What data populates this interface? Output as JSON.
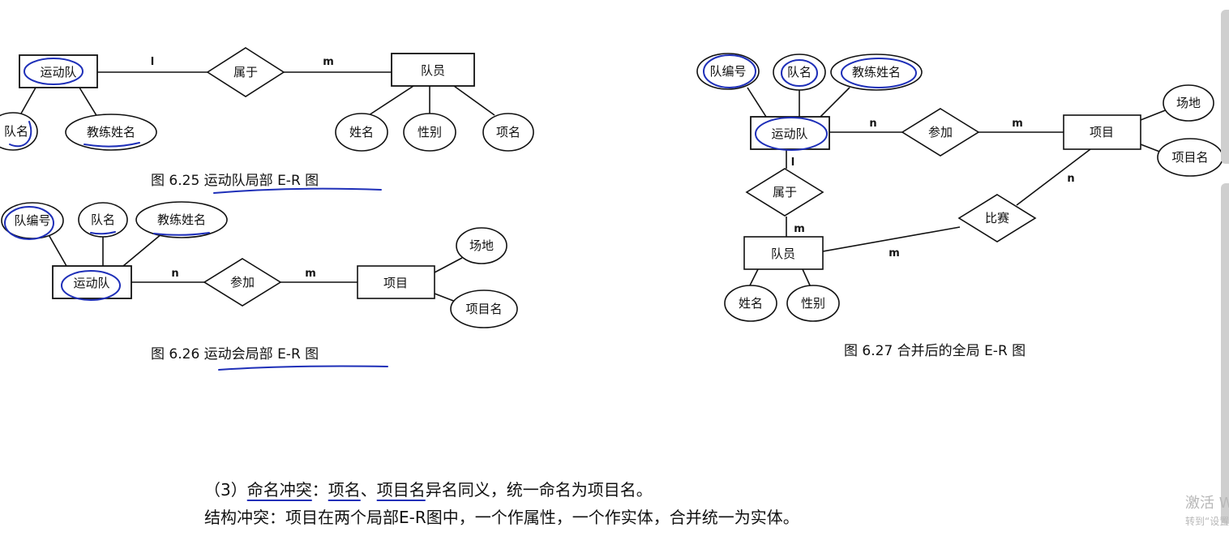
{
  "fig625": {
    "caption": "图 6.25   运动队局部 E-R 图",
    "team": "运动队",
    "belongs": "属于",
    "member": "队员",
    "attr_team_name": "队名",
    "attr_coach": "教练姓名",
    "attr_name": "姓名",
    "attr_gender": "性别",
    "attr_item_name": "项名",
    "card_left": "l",
    "card_right": "m"
  },
  "fig626": {
    "caption": "图 6.26   运动会局部 E-R 图",
    "team": "运动队",
    "participate": "参加",
    "project": "项目",
    "attr_team_no": "队编号",
    "attr_team_name": "队名",
    "attr_coach": "教练姓名",
    "attr_venue": "场地",
    "attr_project_name": "项目名",
    "card_left": "n",
    "card_right": "m"
  },
  "fig627": {
    "caption": "图 6.27   合并后的全局 E-R 图",
    "team": "运动队",
    "participate": "参加",
    "project": "项目",
    "belongs": "属于",
    "member": "队员",
    "compete": "比赛",
    "attr_team_no": "队编号",
    "attr_team_name": "队名",
    "attr_coach": "教练姓名",
    "attr_venue": "场地",
    "attr_project_name": "项目名",
    "attr_name": "姓名",
    "attr_gender": "性别",
    "card_team_participate": "n",
    "card_participate_project": "m",
    "card_team_belongs": "l",
    "card_belongs_member": "m",
    "card_project_compete": "n",
    "card_member_compete": "m"
  },
  "text": {
    "p1_prefix": "（3）",
    "p1_title": "命名冲突",
    "p1_colon": "：",
    "p1_t1": "项名",
    "p1_sep": "、",
    "p1_t2": "项目名",
    "p1_rest": "异名同义，统一命名为项目名。",
    "p2_prefix": "结构冲突：项目在两个局部",
    "p2_er": "E-R",
    "p2_rest": "图中，一个作属性，一个作实体，合并统一为实体。"
  },
  "watermark": {
    "line1": "激活 Windows",
    "line2": "转到“设置”以激活 Windows。"
  }
}
